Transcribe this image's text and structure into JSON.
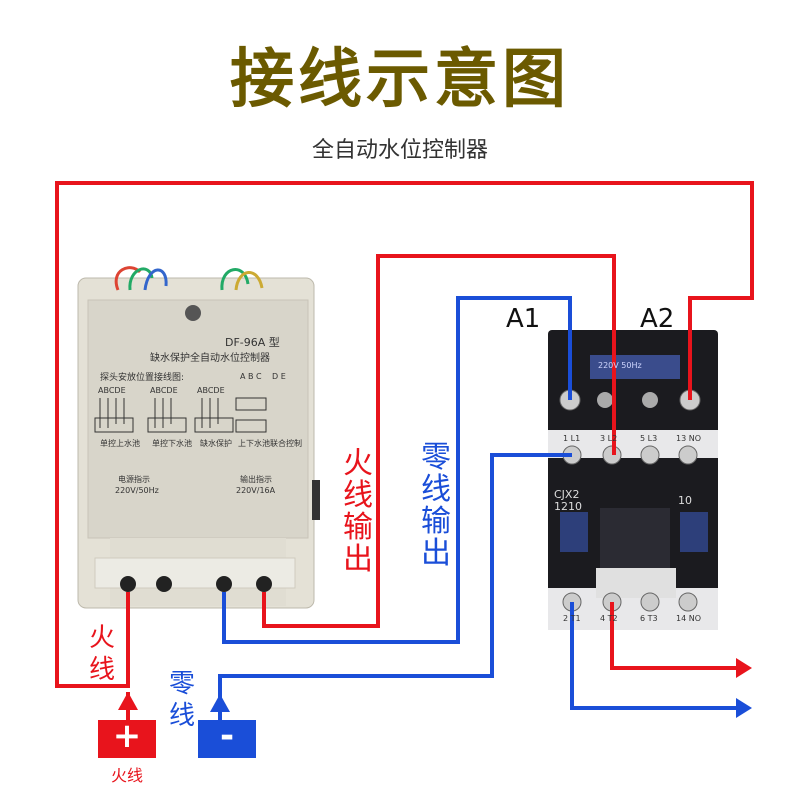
{
  "title": "接线示意图",
  "subtitle": "全自动水位控制器",
  "controller": {
    "model": "DF-96A 型",
    "name": "缺水保护全自动水位控制器",
    "probe_heading": "探头安放位置接线图:",
    "probe_letters": [
      "ABCDE",
      "ABCDE",
      "ABCDE",
      "A B C",
      "D E"
    ],
    "mode_1": "单控上水池",
    "mode_2": "单控下水池",
    "mode_3": "缺水保护",
    "mode_4": "上下水池联合控制",
    "power_label": "电源指示",
    "power_rating": "220V/50Hz",
    "output_label": "输出指示",
    "output_rating": "220V/16A"
  },
  "contactor": {
    "model": "CJX2",
    "model_num": "1210",
    "rating": "220V 50Hz",
    "terminal_top": [
      "1 L1",
      "3 L2",
      "5 L3",
      "13 NO"
    ],
    "terminal_bottom": [
      "2 T1",
      "4 T2",
      "6 T3",
      "14 NO"
    ],
    "aux_num": "10"
  },
  "labels": {
    "a1": "A1",
    "a2": "A2",
    "live_output": "火线输出",
    "neutral_output": "零线输出",
    "live": "火线",
    "neutral": "零线",
    "plus": "+",
    "minus": "-",
    "live_caption": "火线"
  },
  "colors": {
    "title": "#6b5a00",
    "live": "#e8141c",
    "neutral": "#1a4ed8"
  }
}
